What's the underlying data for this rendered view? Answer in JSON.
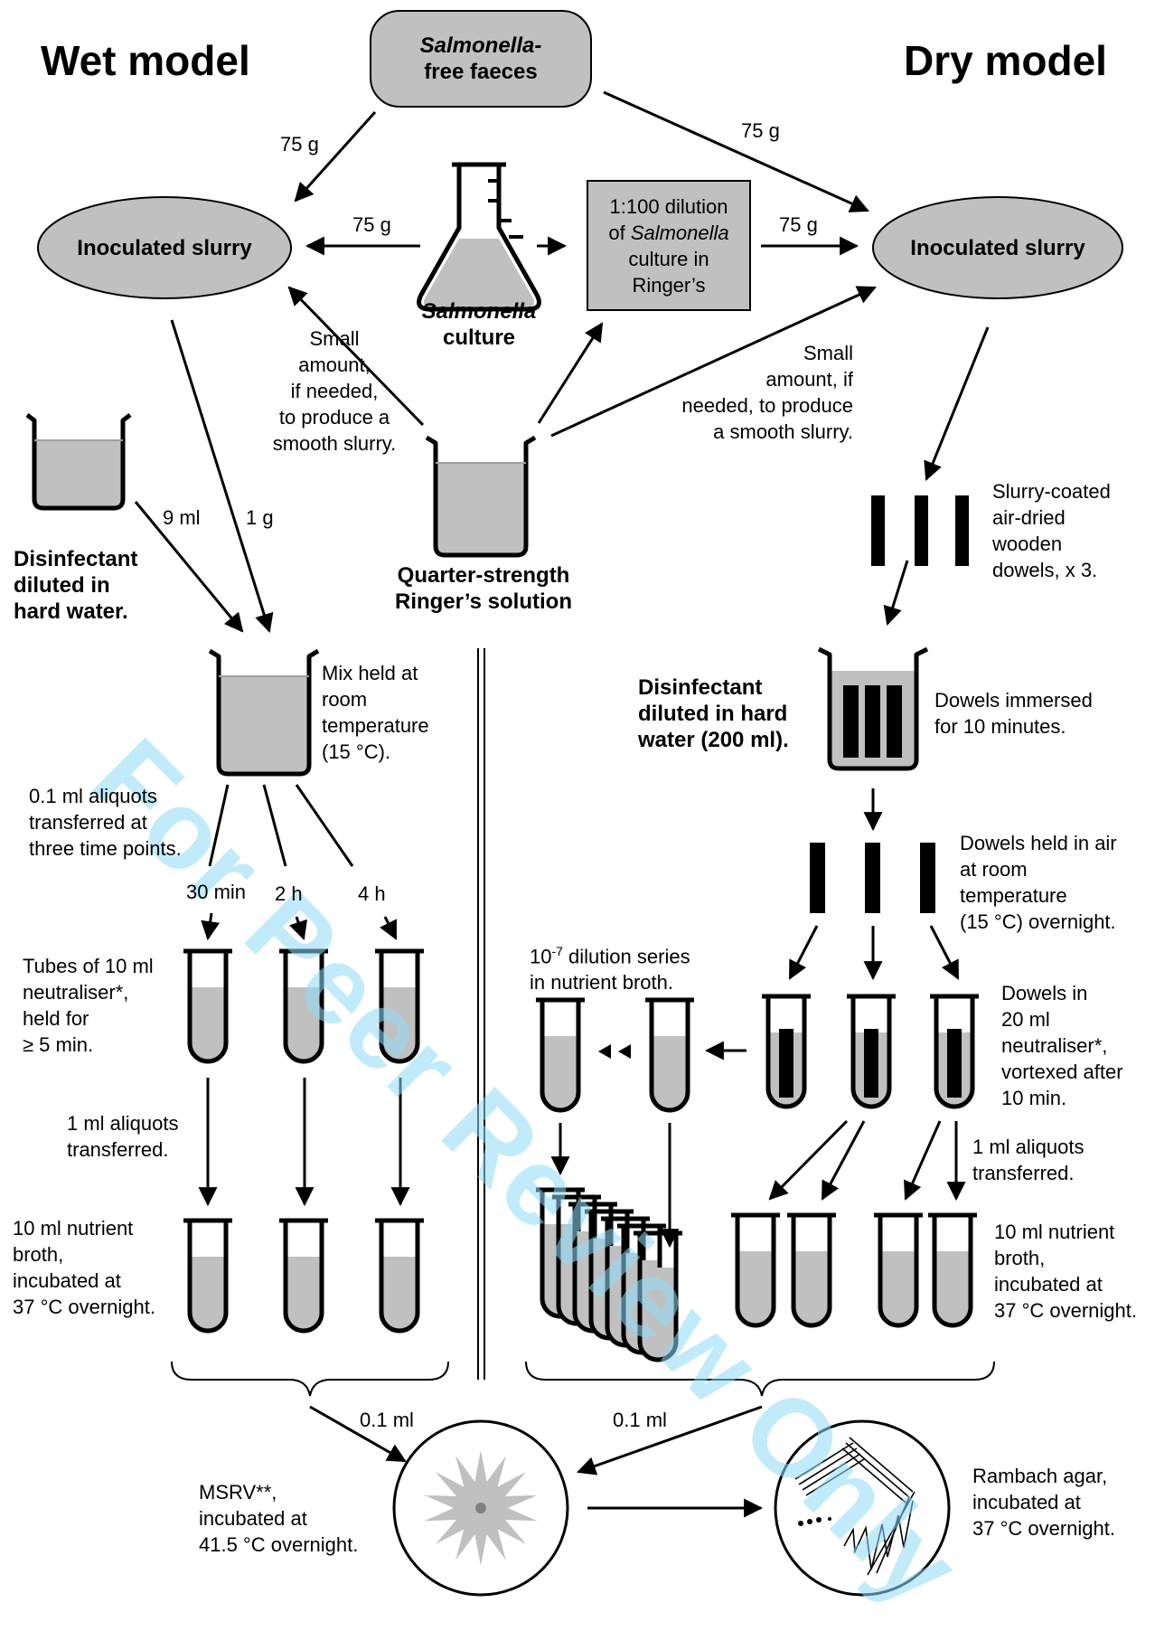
{
  "titles": {
    "wet": "Wet model",
    "dry": "Dry model"
  },
  "source": {
    "line1": "Salmonella-",
    "line2": "free faeces"
  },
  "slurry_left": "Inoculated slurry",
  "slurry_right": "Inoculated slurry",
  "culture": {
    "line1": "Salmonella",
    "line2": "culture"
  },
  "dilution_box": {
    "line1": "1:100 dilution",
    "line2a": "of ",
    "line2b": "Salmonella",
    "line3": "culture in",
    "line4": "Ringer’s"
  },
  "amounts": {
    "a75_left_top": "75 g",
    "a75_right_top": "75 g",
    "a75_culture": "75 g",
    "a75_box": "75 g",
    "ml9": "9 ml",
    "g1": "1 g",
    "ml01_left": "0.1 ml",
    "ml01_right": "0.1 ml"
  },
  "small_left": [
    "Small",
    "amount,",
    "if needed,",
    "to produce a",
    "smooth slurry."
  ],
  "small_right": [
    "Small",
    "amount, if",
    "needed, to produce",
    "a smooth slurry."
  ],
  "ringer": {
    "line1": "Quarter-strength",
    "line2": "Ringer’s solution"
  },
  "disinfectant_left": [
    "Disinfectant",
    "diluted in",
    "hard water."
  ],
  "mix_held": [
    "Mix held at",
    "room",
    "temperature",
    "(15 °C)."
  ],
  "aliquots01": [
    "0.1 ml aliquots",
    "transferred at",
    "three time points."
  ],
  "times": [
    "30 min",
    "2 h",
    "4 h"
  ],
  "tubes_neutraliser": [
    "Tubes of 10 ml",
    "neutraliser*,",
    "held for",
    "≥ 5 min."
  ],
  "aliquots1_left": [
    "1 ml aliquots",
    "transferred."
  ],
  "broth_left": [
    "10 ml nutrient",
    "broth,",
    "incubated at",
    "37 °C overnight."
  ],
  "dowels_coated": [
    "Slurry-coated",
    "air-dried",
    "wooden",
    "dowels, x 3."
  ],
  "disinfectant_right": [
    "Disinfectant",
    "diluted in hard",
    "water (200 ml)."
  ],
  "dowels_immersed": [
    "Dowels immersed",
    "for 10 minutes."
  ],
  "dowels_held": [
    "Dowels held in air",
    "at room",
    "temperature",
    "(15 °C) overnight."
  ],
  "dilution_series": {
    "base": "10",
    "exp": "-7",
    "rest": " dilution series",
    "line2": "in nutrient broth."
  },
  "dowels_neutraliser": [
    "Dowels in",
    "20 ml",
    "neutraliser*,",
    "vortexed after",
    "10 min."
  ],
  "aliquots1_right": [
    "1 ml aliquots",
    "transferred."
  ],
  "broth_right": [
    "10 ml nutrient",
    "broth,",
    "incubated at",
    "37 °C overnight."
  ],
  "msrv": [
    "MSRV**,",
    "incubated at",
    "41.5 °C overnight."
  ],
  "rambach": [
    "Rambach agar,",
    "incubated at",
    "37 °C overnight."
  ],
  "watermark": "For Peer Review Only",
  "colors": {
    "fill": "#c0c0c0",
    "ink": "#000000",
    "watermark": "#8fdcf7"
  }
}
